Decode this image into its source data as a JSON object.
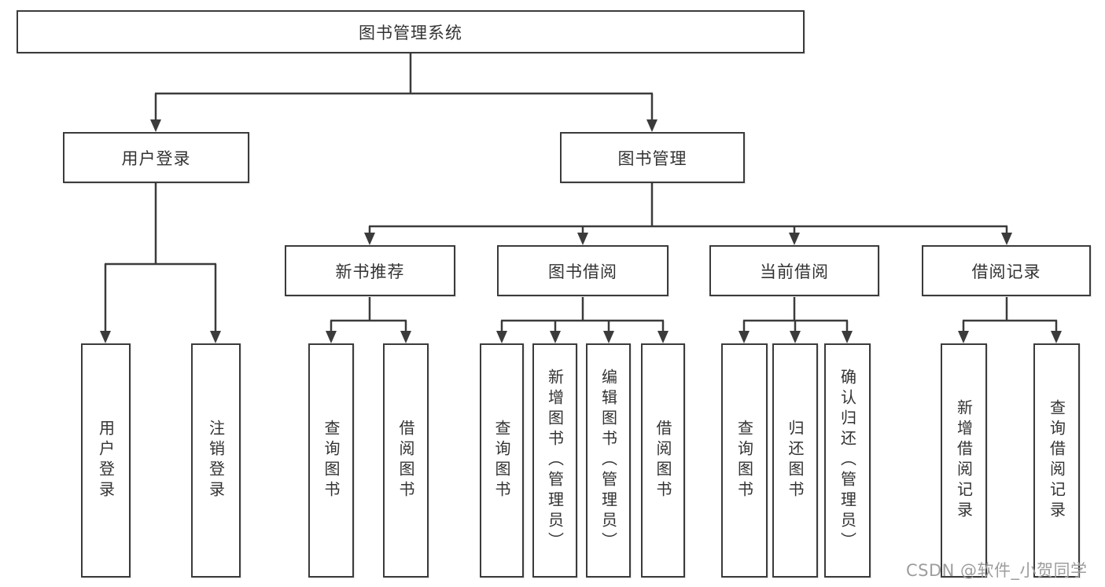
{
  "tree": {
    "root": {
      "label": "图书管理系统"
    },
    "level2": [
      {
        "label": "用户登录"
      },
      {
        "label": "图书管理"
      }
    ],
    "level3": [
      {
        "label": "新书推荐"
      },
      {
        "label": "图书借阅"
      },
      {
        "label": "当前借阅"
      },
      {
        "label": "借阅记录"
      }
    ],
    "groups": [
      {
        "leaves": [
          {
            "label": "用户登录"
          },
          {
            "label": "注销登录"
          }
        ]
      },
      {
        "leaves": [
          {
            "label": "查询图书"
          },
          {
            "label": "借阅图书"
          }
        ]
      },
      {
        "leaves": [
          {
            "label": "查询图书"
          },
          {
            "label": "新增图书（管理员）"
          },
          {
            "label": "编辑图书（管理员）"
          },
          {
            "label": "借阅图书"
          }
        ]
      },
      {
        "leaves": [
          {
            "label": "查询图书"
          },
          {
            "label": "归还图书"
          },
          {
            "label": "确认归还（管理员）"
          }
        ]
      },
      {
        "leaves": [
          {
            "label": "新增借阅记录"
          },
          {
            "label": "查询借阅记录"
          }
        ]
      }
    ]
  },
  "watermark": {
    "text": "CSDN @软件_小贺同学"
  },
  "colors": {
    "line": "#3b3b3b",
    "box_border": "#3b3b3b",
    "text": "#333333",
    "watermark": "#9d9d9d",
    "background": "#ffffff"
  }
}
